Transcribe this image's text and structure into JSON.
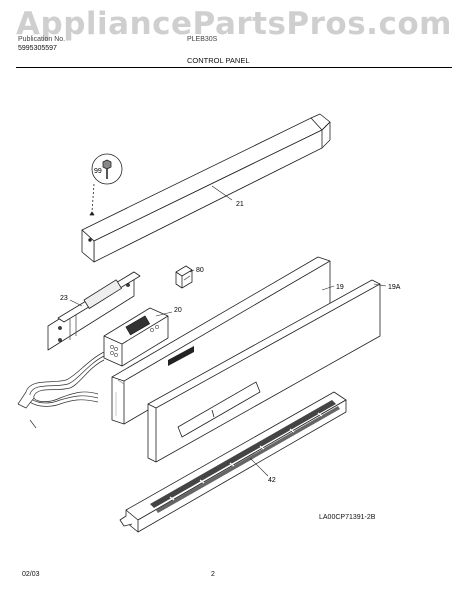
{
  "watermark": "AppliancePartsPros.com",
  "header": {
    "publication_label": "Publication No.",
    "publication_number": "5995305597",
    "model_label": "PLEB30S",
    "section_title": "CONTROL PANEL"
  },
  "callouts": {
    "c99": "99",
    "c21": "21",
    "c80": "80",
    "c19": "19",
    "c19a": "19A",
    "c23": "23",
    "c20": "20",
    "c42": "42"
  },
  "footer": {
    "reference_code": "LA00CP71391-2B",
    "date": "02/03",
    "page_number": "2"
  }
}
